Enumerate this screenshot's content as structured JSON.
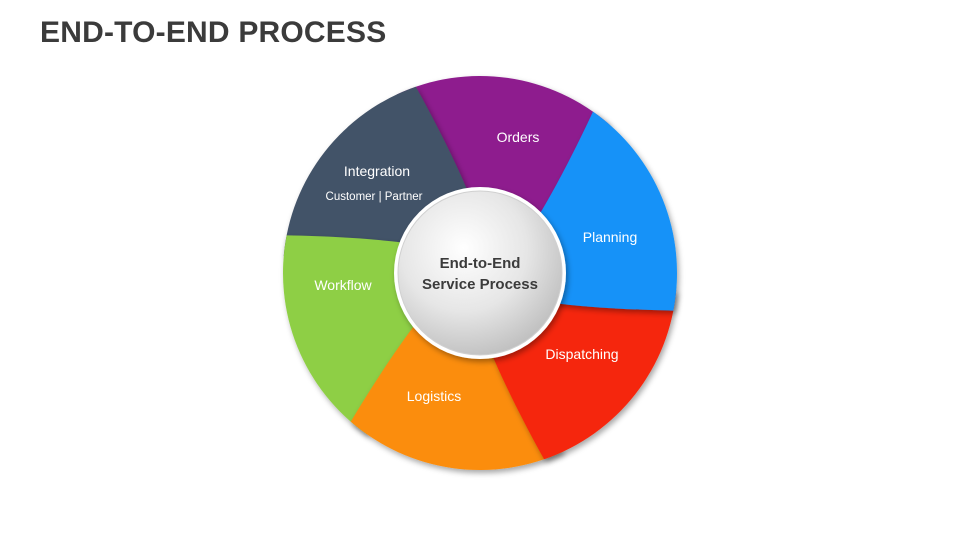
{
  "title": "END-TO-END PROCESS",
  "hub": {
    "line1": "End-to-End",
    "line2": "Service Process"
  },
  "segments": [
    {
      "name": "orders",
      "label": "Orders",
      "color": "#1492F8"
    },
    {
      "name": "planning",
      "label": "Planning",
      "color": "#F5260A"
    },
    {
      "name": "dispatching",
      "label": "Dispatching",
      "color": "#FB8D0C"
    },
    {
      "name": "logistics",
      "label": "Logistics",
      "color": "#8ECF44"
    },
    {
      "name": "workflow",
      "label": "Workflow",
      "color": "#435268"
    },
    {
      "name": "integration",
      "label": "Integration",
      "sublabel": "Customer | Partner",
      "color": "#8E1E8E"
    }
  ]
}
